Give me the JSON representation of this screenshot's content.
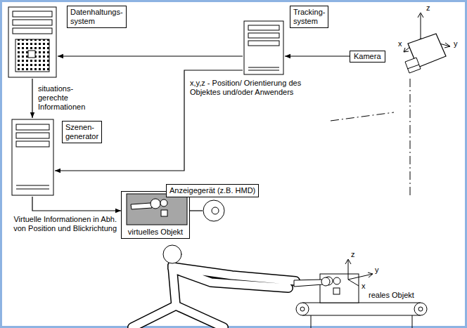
{
  "diagram": {
    "nodes": [
      {
        "text": [
          "Datenhaltungs- system"
        ]
      },
      {
        "text": [
          "Tracking- system"
        ]
      },
      {
        "text": [
          "Kamera"
        ]
      },
      {
        "text": [
          "Szenen- generator"
        ]
      },
      {
        "text": [
          "virtuelles Objekt"
        ]
      },
      {
        "text": [
          "Anzeigegerät (z.B. HMD)"
        ]
      }
    ],
    "edges": [
      {
        "from": 2,
        "to": 1,
        "arrow": "to"
      },
      {
        "from": 1,
        "to": 0,
        "arrow": "to",
        "label": "x,y,z - Position/ Orientierung des Objektes und/oder Anwenders"
      },
      {
        "from": 0,
        "to": 3,
        "arrow": "to",
        "label": "situations- gerechte Informationen"
      },
      {
        "from": 1,
        "to": 3,
        "arrow": "to"
      },
      {
        "from": 3,
        "to": 4,
        "arrow": "to",
        "label": "Virtuelle Informationen in Abh. von Position und Blickrichtung"
      },
      {
        "from": 4,
        "to": 5,
        "arrow": "none"
      }
    ],
    "labels": [
      "z",
      "x",
      "y",
      "z",
      "y",
      "x",
      "reales Objekt"
    ]
  }
}
